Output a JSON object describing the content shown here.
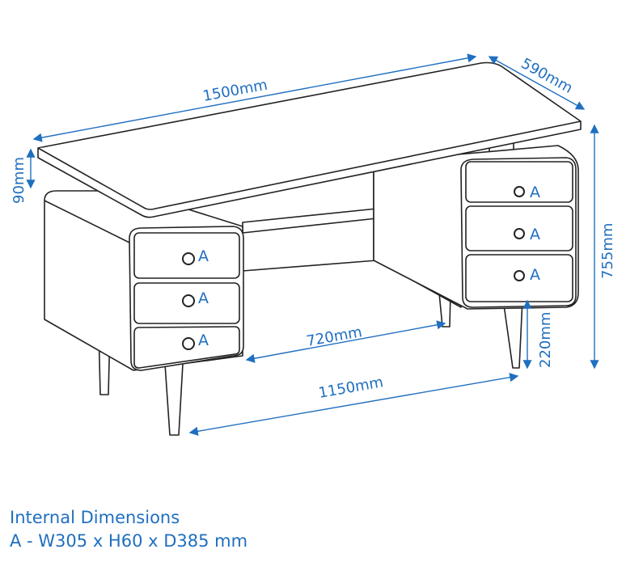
{
  "dimensions": {
    "width": "1500mm",
    "depth": "590mm",
    "height": "755mm",
    "top_thickness": "90mm",
    "inner_width": "720mm",
    "leg_span": "1150mm",
    "leg_height": "220mm"
  },
  "drawer_label": "A",
  "notes": {
    "title": "Internal Dimensions",
    "detail": "A - W305 x H60 x D385 mm"
  },
  "colors": {
    "annotation": "#1f6fc0",
    "line": "#222222"
  }
}
